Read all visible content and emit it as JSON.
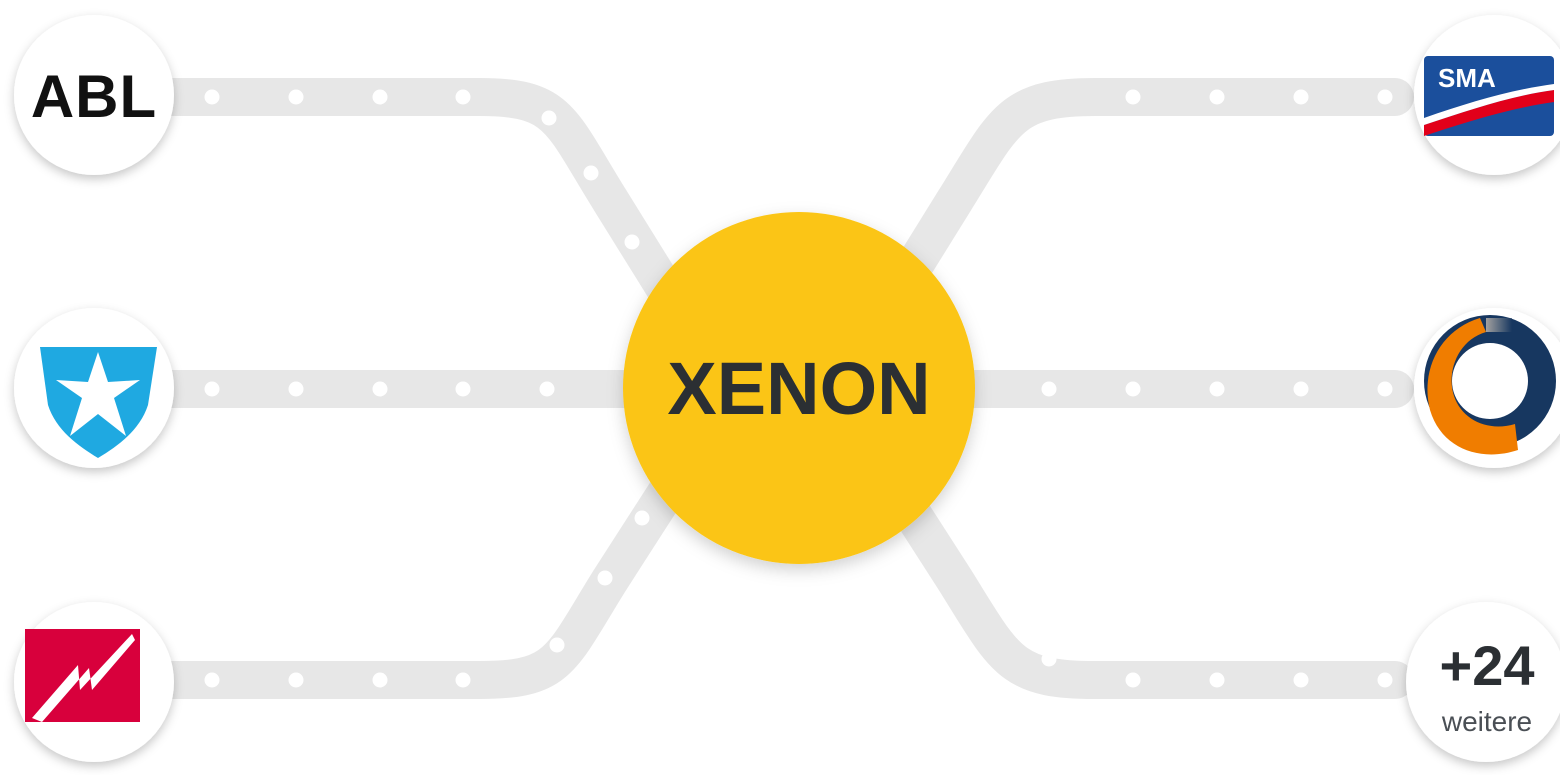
{
  "hub": {
    "label": "XENON",
    "fill_color": "#fbc514",
    "text_color": "#2b2f33"
  },
  "track": {
    "color": "#e7e7e7",
    "dot_color": "#ffffff"
  },
  "partners_left": [
    {
      "name": "ABL",
      "logo_text": "ABL",
      "icon": "abl-logo"
    },
    {
      "name": "Keba",
      "icon": "blue-shield-star-logo",
      "color": "#1fa9e1"
    },
    {
      "name": "Mennekes",
      "icon": "red-lightning-logo",
      "color": "#d8003c"
    }
  ],
  "partners_right": [
    {
      "name": "SMA",
      "logo_text": "SMA",
      "icon": "sma-logo",
      "color": "#1b4f9c",
      "accent": "#e2001a"
    },
    {
      "name": "Solar-Log",
      "icon": "orange-navy-ring-logo",
      "colors": [
        "#f07d00",
        "#173760"
      ]
    },
    {
      "name": "more",
      "count_text": "+24",
      "sub_text": "weitere"
    }
  ]
}
